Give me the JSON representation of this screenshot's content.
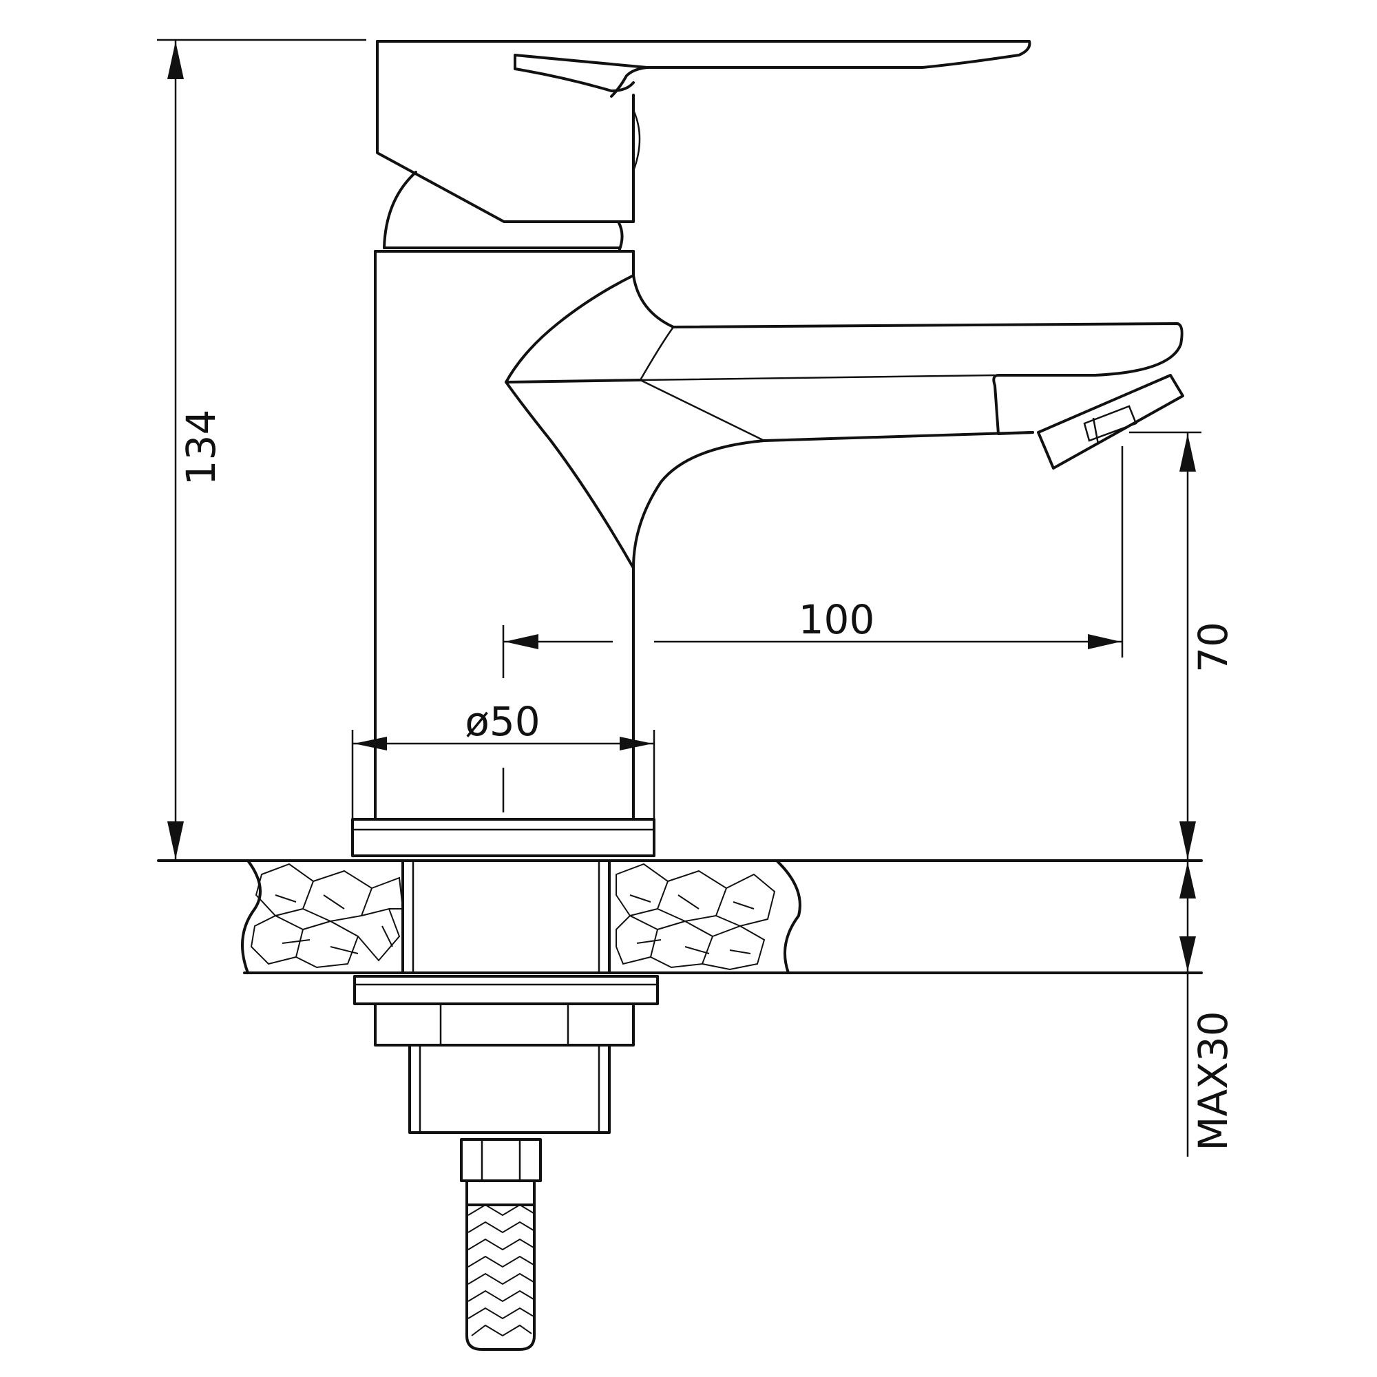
{
  "drawing": {
    "dimensions": {
      "overall_height": "134",
      "spout_reach": "100",
      "base_diameter": "ø50",
      "spout_height": "70",
      "max_counter_thickness": "MAX30"
    }
  }
}
